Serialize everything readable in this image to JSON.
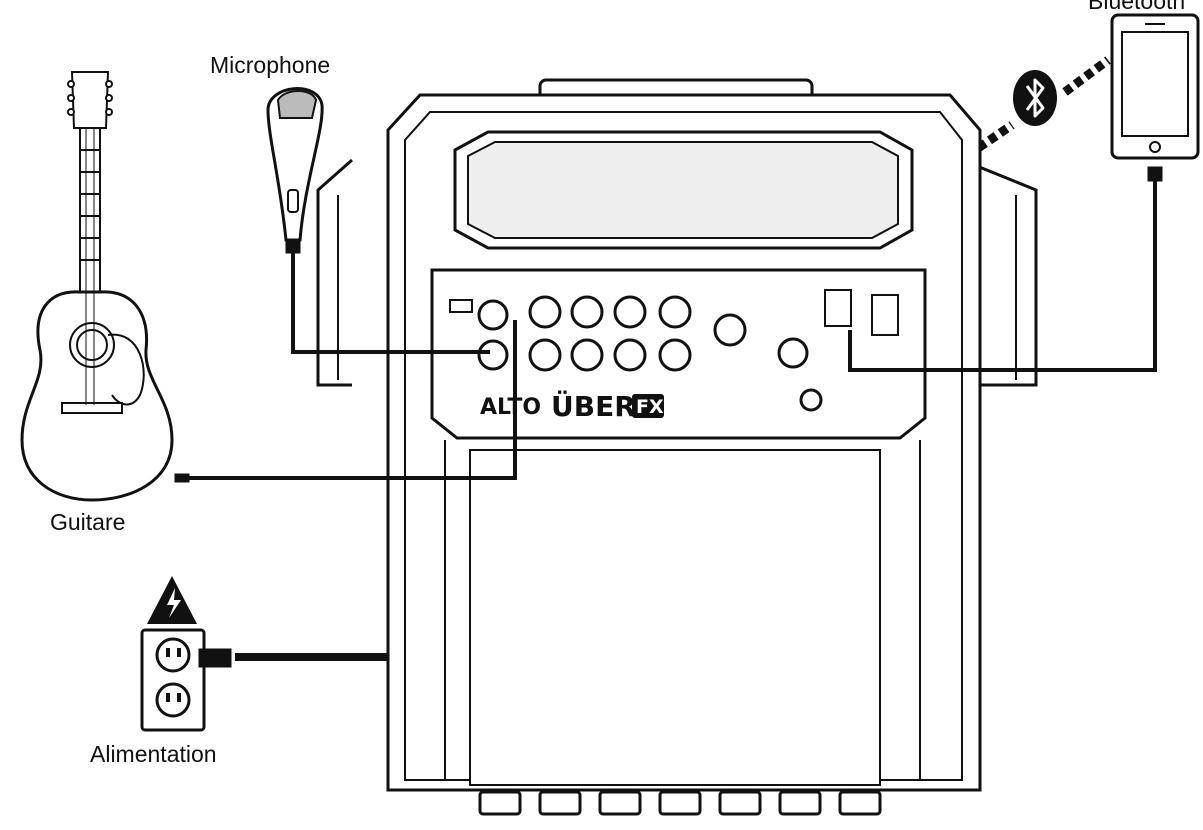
{
  "labels": {
    "microphone": "Microphone",
    "guitar": "Guitare",
    "power": "Alimentation",
    "bluetooth": "Bluetooth"
  },
  "speaker": {
    "brand": "ALTO",
    "model": "ÜBER",
    "model_suffix": "FX"
  },
  "icons": [
    "guitar-icon",
    "microphone-icon",
    "speaker-icon",
    "bluetooth-icon",
    "smartphone-icon",
    "power-outlet-icon",
    "warning-icon"
  ],
  "colors": {
    "line": "#111111",
    "background": "#ffffff",
    "panel_fill": "#eeeeee"
  }
}
